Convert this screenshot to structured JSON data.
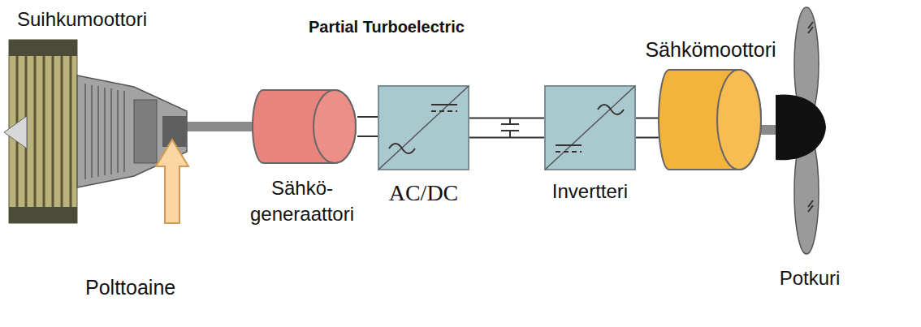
{
  "diagram": {
    "title": "Partial Turboelectric",
    "nodes": [
      {
        "text": [
          "Suihkumoottori"
        ]
      },
      {
        "text": [
          "Sähkö- generaattori"
        ]
      },
      {
        "text": [
          "AC/DC"
        ]
      },
      {
        "text": [
          "Invertteri"
        ]
      },
      {
        "text": [
          "Sähkömoottori"
        ]
      },
      {
        "text": [
          "Potkuri"
        ]
      }
    ],
    "edges": [
      {
        "from": 0,
        "to": 1,
        "arrow": "none"
      },
      {
        "from": 1,
        "to": 2,
        "arrow": "none"
      },
      {
        "from": 2,
        "to": 3,
        "arrow": "none"
      },
      {
        "from": 3,
        "to": 4,
        "arrow": "none"
      },
      {
        "from": 4,
        "to": 5,
        "arrow": "none"
      }
    ],
    "labels": [
      "Polttoaine"
    ]
  }
}
